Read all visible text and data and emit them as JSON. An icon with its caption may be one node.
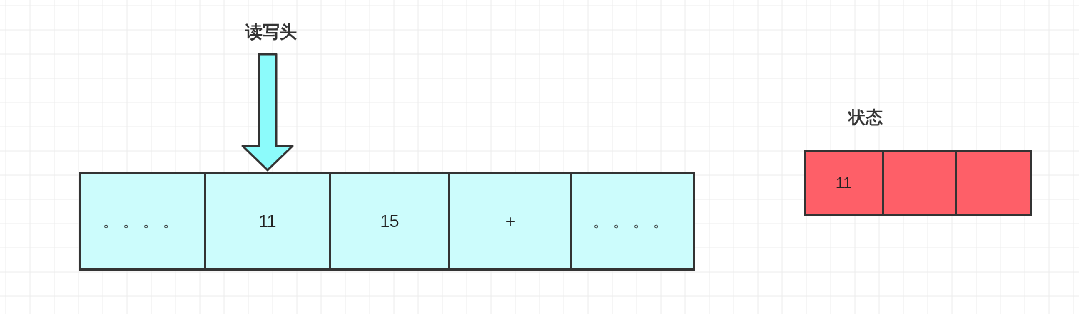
{
  "diagram": {
    "nodes": [
      {
        "text": [
          "读写头"
        ]
      },
      {
        "text": [
          "。。。。"
        ]
      },
      {
        "text": [
          "11"
        ]
      },
      {
        "text": [
          "15"
        ]
      },
      {
        "text": [
          "+"
        ]
      },
      {
        "text": [
          "。。。。"
        ]
      },
      {
        "text": [
          "状态"
        ]
      },
      {
        "text": [
          "11"
        ],
        "in": 6
      },
      {
        "text": [],
        "shape": "box",
        "in": 6
      },
      {
        "text": [],
        "shape": "box",
        "in": 6
      }
    ],
    "edges": [
      {
        "from": 0,
        "to": 2,
        "arrow": "to"
      }
    ]
  }
}
